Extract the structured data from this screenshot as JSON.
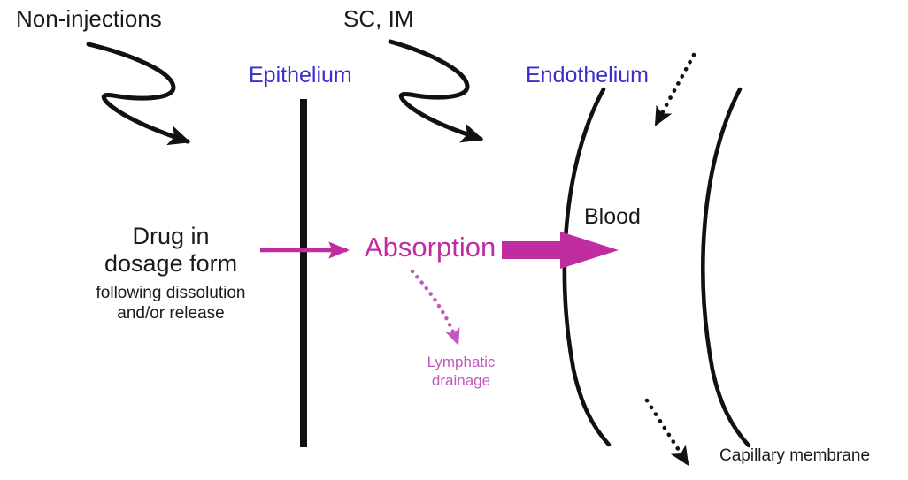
{
  "diagram": {
    "title": "Drug absorption pathway diagram",
    "colors": {
      "ink": "#1a1a1a",
      "membrane_label_blue": "#3a2ecd",
      "absorption_magenta": "#c02da0",
      "lymphatic_orchid": "#c457bd",
      "background": "#ffffff"
    },
    "labels": {
      "non_injections": "Non-injections",
      "sc_im": "SC, IM",
      "epithelium": "Epithelium",
      "endothelium": "Endothelium",
      "blood": "Blood",
      "drug_title": "Drug in\ndosage form",
      "drug_subtitle": "following dissolution\nand/or release",
      "absorption": "Absorption",
      "lymphatic_drainage": "Lymphatic\ndrainage",
      "capillary_membrane": "Capillary membrane"
    },
    "shapes": {
      "epithelium_barrier": "vertical thick black line",
      "capillary_wall_left": "curved black arc",
      "capillary_wall_right": "curved black arc",
      "squiggle_arrow_non_injections": "black S-curve arrow pointing down-right",
      "squiggle_arrow_sc_im": "black S-curve arrow pointing down-right",
      "thin_absorption_arrow": "thin magenta arrow crossing epithelium",
      "thick_absorption_arrow": "thick magenta tapered arrow entering blood",
      "lymphatic_dotted_arrow": "magenta dotted curved arrow pointing down",
      "pointer_endothelium": "black dotted arrow pointing down-left",
      "pointer_capillary_membrane": "black dotted arrow pointing down-right"
    }
  }
}
